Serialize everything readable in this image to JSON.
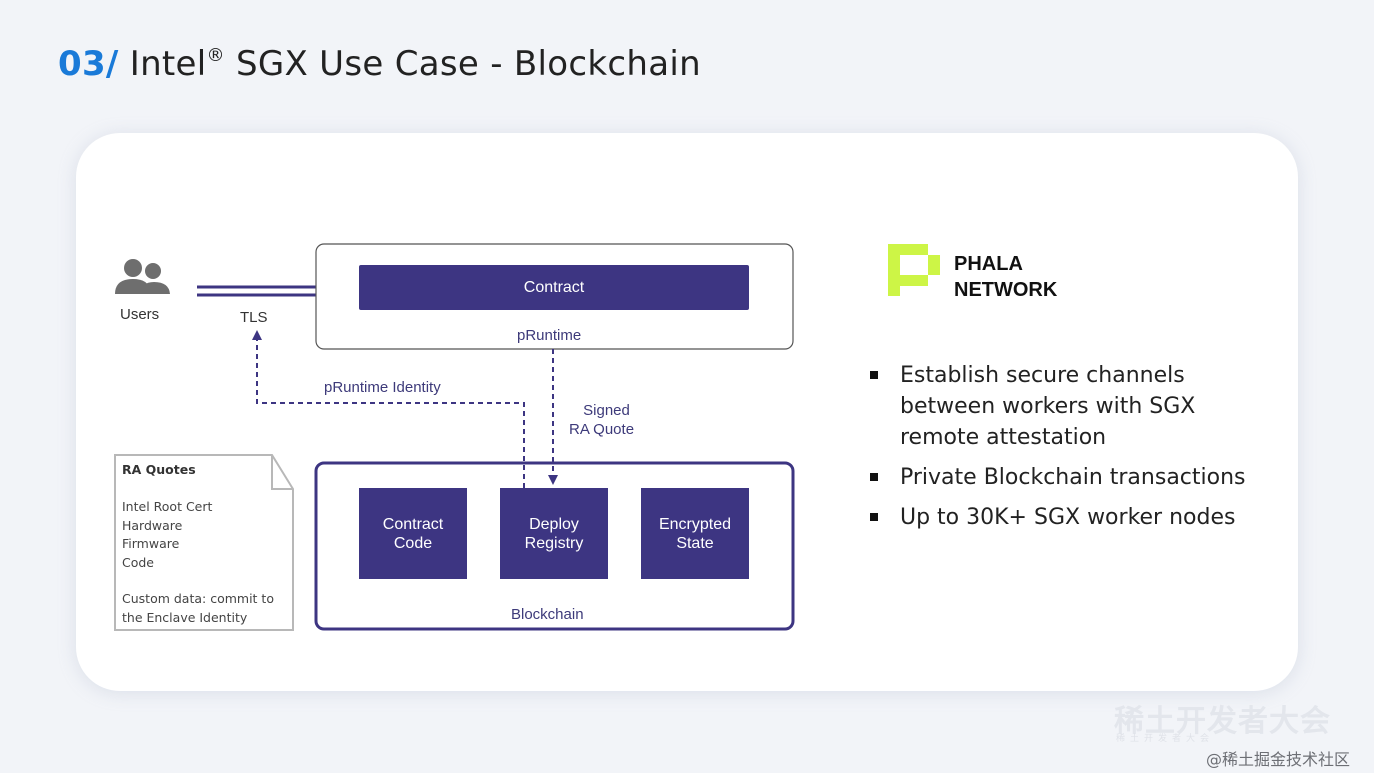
{
  "title": {
    "number": "03/",
    "text_before": "Intel",
    "registered": "®",
    "text_after": "SGX Use Case - Blockchain"
  },
  "diagram": {
    "users_label": "Users",
    "tls_label": "TLS",
    "contract_label": "Contract",
    "pruntime_label": "pRuntime",
    "identity_label": "pRuntime Identity",
    "signed_quote_line1": "Signed",
    "signed_quote_line2": "RA Quote",
    "blockchain_label": "Blockchain",
    "boxes": [
      {
        "line1": "Contract",
        "line2": "Code"
      },
      {
        "line1": "Deploy",
        "line2": "Registry"
      },
      {
        "line1": "Encrypted",
        "line2": "State"
      }
    ],
    "ra_doc": {
      "heading": "RA Quotes",
      "items": "Intel Root Cert\nHardware\nFirmware\nCode",
      "custom": "Custom data: commit to\nthe Enclave Identity"
    }
  },
  "brand": {
    "line1": "PHALA",
    "line2": "NETWORK",
    "logo_color": "#cdf546"
  },
  "bullets": [
    "Establish secure channels between workers with SGX remote attestation",
    "Private Blockchain transactions",
    "Up to 30K+ SGX worker nodes"
  ],
  "watermark": {
    "main": "稀土开发者大会",
    "sub": "稀土开发者大会",
    "credit": "@稀土掘金技术社区"
  },
  "colors": {
    "accent_blue": "#1a7ad8",
    "diagram_purple": "#3d3582",
    "logo_green": "#cdf546"
  }
}
